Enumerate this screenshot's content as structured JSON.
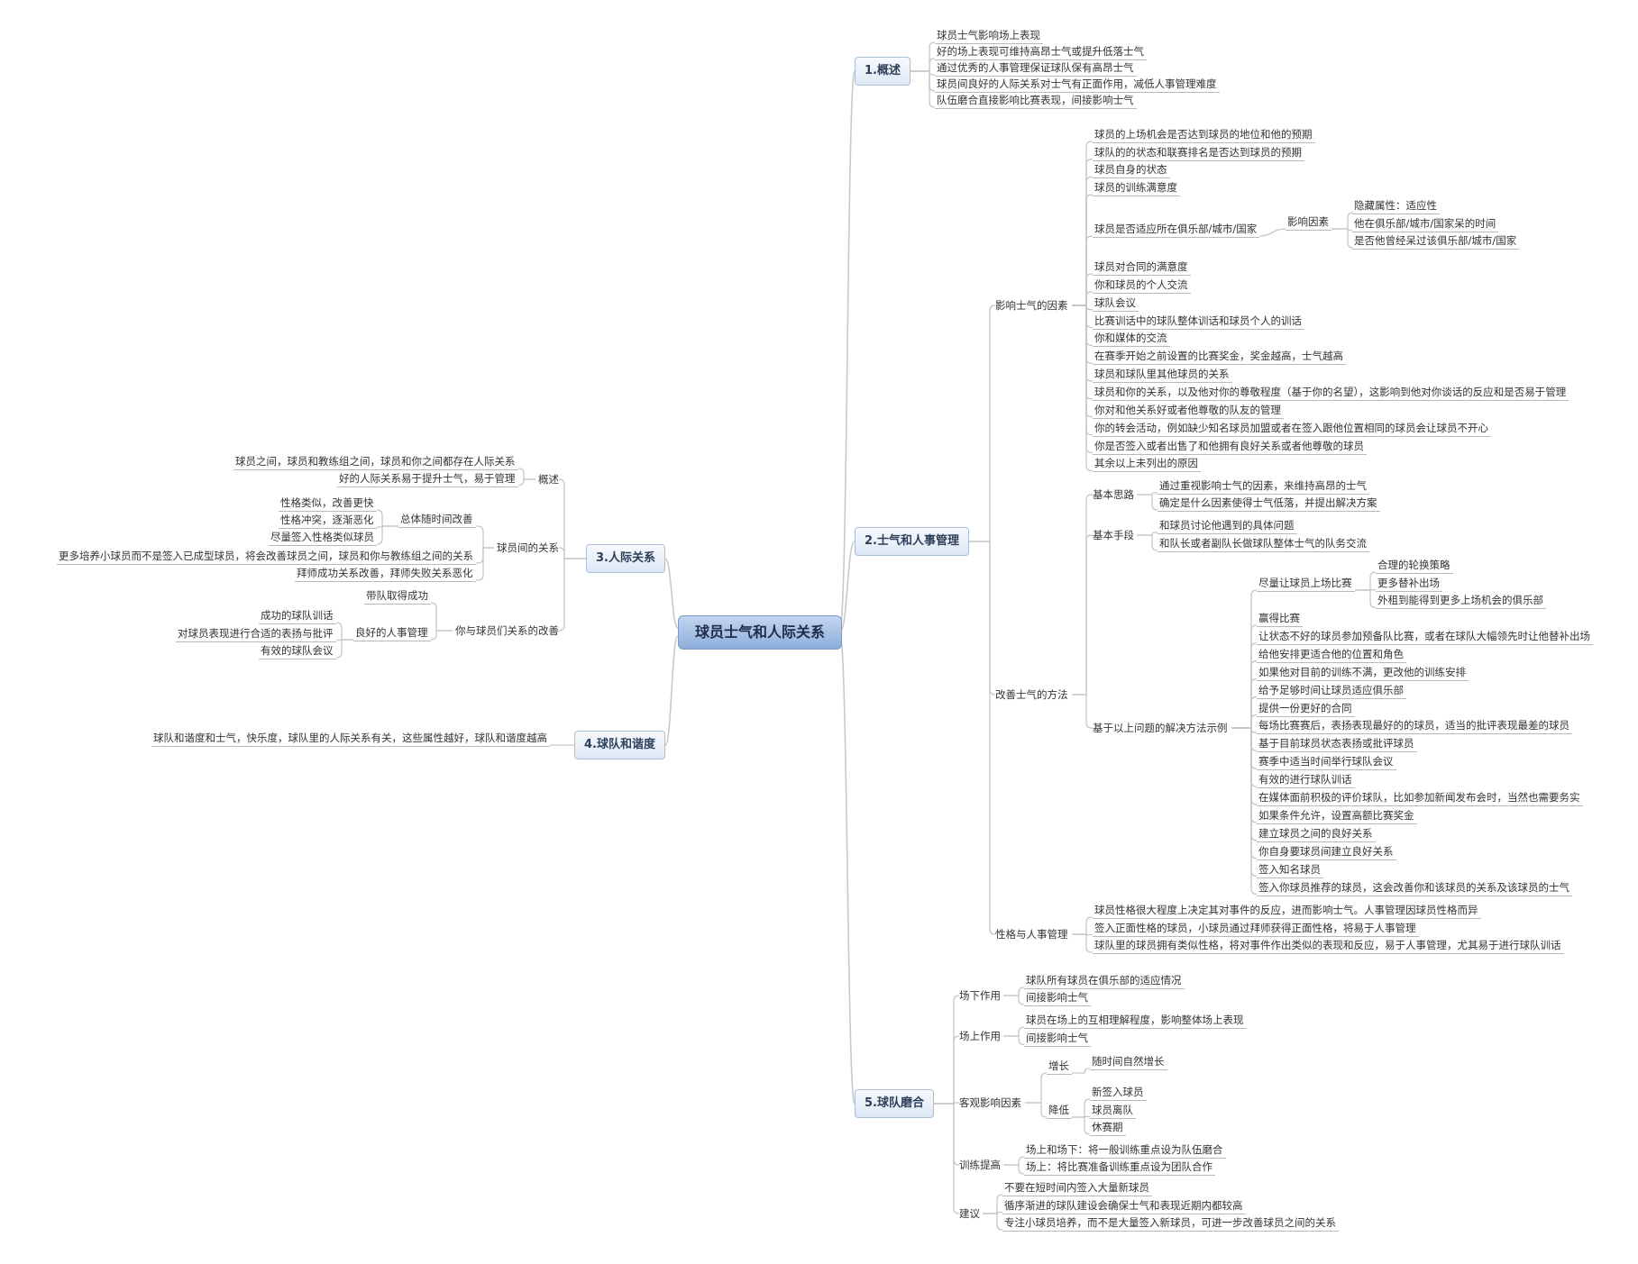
{
  "root": "球员士气和人际关系",
  "b1": {
    "title": "1.概述",
    "items": [
      "球员士气影响场上表现",
      "好的场上表现可维持高昂士气或提升低落士气",
      "通过优秀的人事管理保证球队保有高昂士气",
      "球员间良好的人际关系对士气有正面作用，减低人事管理难度",
      "队伍磨合直接影响比赛表现，间接影响士气"
    ]
  },
  "b2": {
    "title": "2.士气和人事管理",
    "factors": {
      "label": "影响士气的因素",
      "a": [
        "球员的上场机会是否达到球员的地位和他的预期",
        "球队的的状态和联赛排名是否达到球员的预期",
        "球员自身的状态",
        "球员的训练满意度"
      ],
      "adapt": {
        "label": "球员是否适应所在俱乐部/城市/国家",
        "sub": "影响因素",
        "items": [
          "隐藏属性：适应性",
          "他在俱乐部/城市/国家呆的时间",
          "是否他曾经呆过该俱乐部/城市/国家"
        ]
      },
      "b": [
        "球员对合同的满意度",
        "你和球员的个人交流",
        "球队会议",
        "比赛训话中的球队整体训话和球员个人的训话",
        "你和媒体的交流",
        "在赛季开始之前设置的比赛奖金，奖金越高，士气越高",
        "球员和球队里其他球员的关系",
        "球员和你的关系，以及他对你的尊敬程度（基于你的名望），这影响到他对你谈话的反应和是否易于管理",
        "你对和他关系好或者他尊敬的队友的管理",
        "你的转会活动，例如缺少知名球员加盟或者在签入跟他位置相同的球员会让球员不开心",
        "你是否签入或者出售了和他拥有良好关系或者他尊敬的球员",
        "其余以上未列出的原因"
      ]
    },
    "methods": {
      "label": "改善士气的方法",
      "idea": {
        "label": "基本思路",
        "items": [
          "通过重视影响士气的因素，来维持高昂的士气",
          "确定是什么因素使得士气低落，并提出解决方案"
        ]
      },
      "means": {
        "label": "基本手段",
        "items": [
          "和球员讨论他遇到的具体问题",
          "和队长或者副队长做球队整体士气的队务交流"
        ]
      },
      "examples": {
        "label": "基于以上问题的解决方法示例",
        "play": {
          "label": "尽量让球员上场比赛",
          "items": [
            "合理的轮换策略",
            "更多替补出场",
            "外租到能得到更多上场机会的俱乐部"
          ]
        },
        "items": [
          "赢得比赛",
          "让状态不好的球员参加预备队比赛，或者在球队大幅领先时让他替补出场",
          "给他安排更适合他的位置和角色",
          "如果他对目前的训练不满，更改他的训练安排",
          "给予足够时间让球员适应俱乐部",
          "提供一份更好的合同",
          "每场比赛赛后，表扬表现最好的的球员，适当的批评表现最差的球员",
          "基于目前球员状态表扬或批评球员",
          "赛季中适当时间举行球队会议",
          "有效的进行球队训话",
          "在媒体面前积极的评价球队，比如参加新闻发布会时，当然也需要务实",
          "如果条件允许，设置高额比赛奖金",
          "建立球员之间的良好关系",
          "你自身要球员间建立良好关系",
          "签入知名球员",
          "签入你球员推荐的球员，这会改善你和该球员的关系及该球员的士气"
        ]
      }
    },
    "personality": {
      "label": "性格与人事管理",
      "items": [
        "球员性格很大程度上决定其对事件的反应，进而影响士气。人事管理因球员性格而异",
        "签入正面性格的球员，小球员通过拜师获得正面性格，将易于人事管理",
        "球队里的球员拥有类似性格，将对事件作出类似的表现和反应，易于人事管理，尤其易于进行球队训话"
      ]
    }
  },
  "b3": {
    "title": "3.人际关系",
    "overview": {
      "label": "概述",
      "items": [
        "球员之间，球员和教练组之间，球员和你之间都存在人际关系",
        "好的人际关系易于提升士气，易于管理"
      ]
    },
    "between": {
      "label": "球员间的关系",
      "change": {
        "label": "总体随时间改善",
        "items": [
          "性格类似，改善更快",
          "性格冲突，逐渐恶化",
          "尽量签入性格类似球员"
        ]
      },
      "items": [
        "更多培养小球员而不是签入已成型球员，将会改善球员之间，球员和你与教练组之间的关系",
        "拜师成功关系改善，拜师失败关系恶化"
      ]
    },
    "improve": {
      "label": "你与球员们关系的改善",
      "lead": "带队取得成功",
      "mgmt": {
        "label": "良好的人事管理",
        "items": [
          "成功的球队训话",
          "对球员表现进行合适的表扬与批评",
          "有效的球队会议"
        ]
      }
    }
  },
  "b4": {
    "title": "4.球队和谐度",
    "items": [
      "球队和谐度和士气，快乐度，球队里的人际关系有关，这些属性越好，球队和谐度越高"
    ]
  },
  "b5": {
    "title": "5.球队磨合",
    "off": {
      "label": "场下作用",
      "items": [
        "球队所有球员在俱乐部的适应情况",
        "间接影响士气"
      ]
    },
    "on": {
      "label": "场上作用",
      "items": [
        "球员在场上的互相理解程度，影响整体场上表现",
        "间接影响士气"
      ]
    },
    "obj": {
      "label": "客观影响因素",
      "grow": {
        "label": "增长",
        "items": [
          "随时间自然增长"
        ]
      },
      "drop": {
        "label": "降低",
        "items": [
          "新签入球员",
          "球员离队",
          "休赛期"
        ]
      }
    },
    "train": {
      "label": "训练提高",
      "items": [
        "场上和场下：将一般训练重点设为队伍磨合",
        "场上：将比赛准备训练重点设为团队合作"
      ]
    },
    "advice": {
      "label": "建议",
      "items": [
        "不要在短时间内签入大量新球员",
        "循序渐进的球队建设会确保士气和表现近期内都较高",
        "专注小球员培养，而不是大量签入新球员，可进一步改善球员之间的关系"
      ]
    }
  }
}
